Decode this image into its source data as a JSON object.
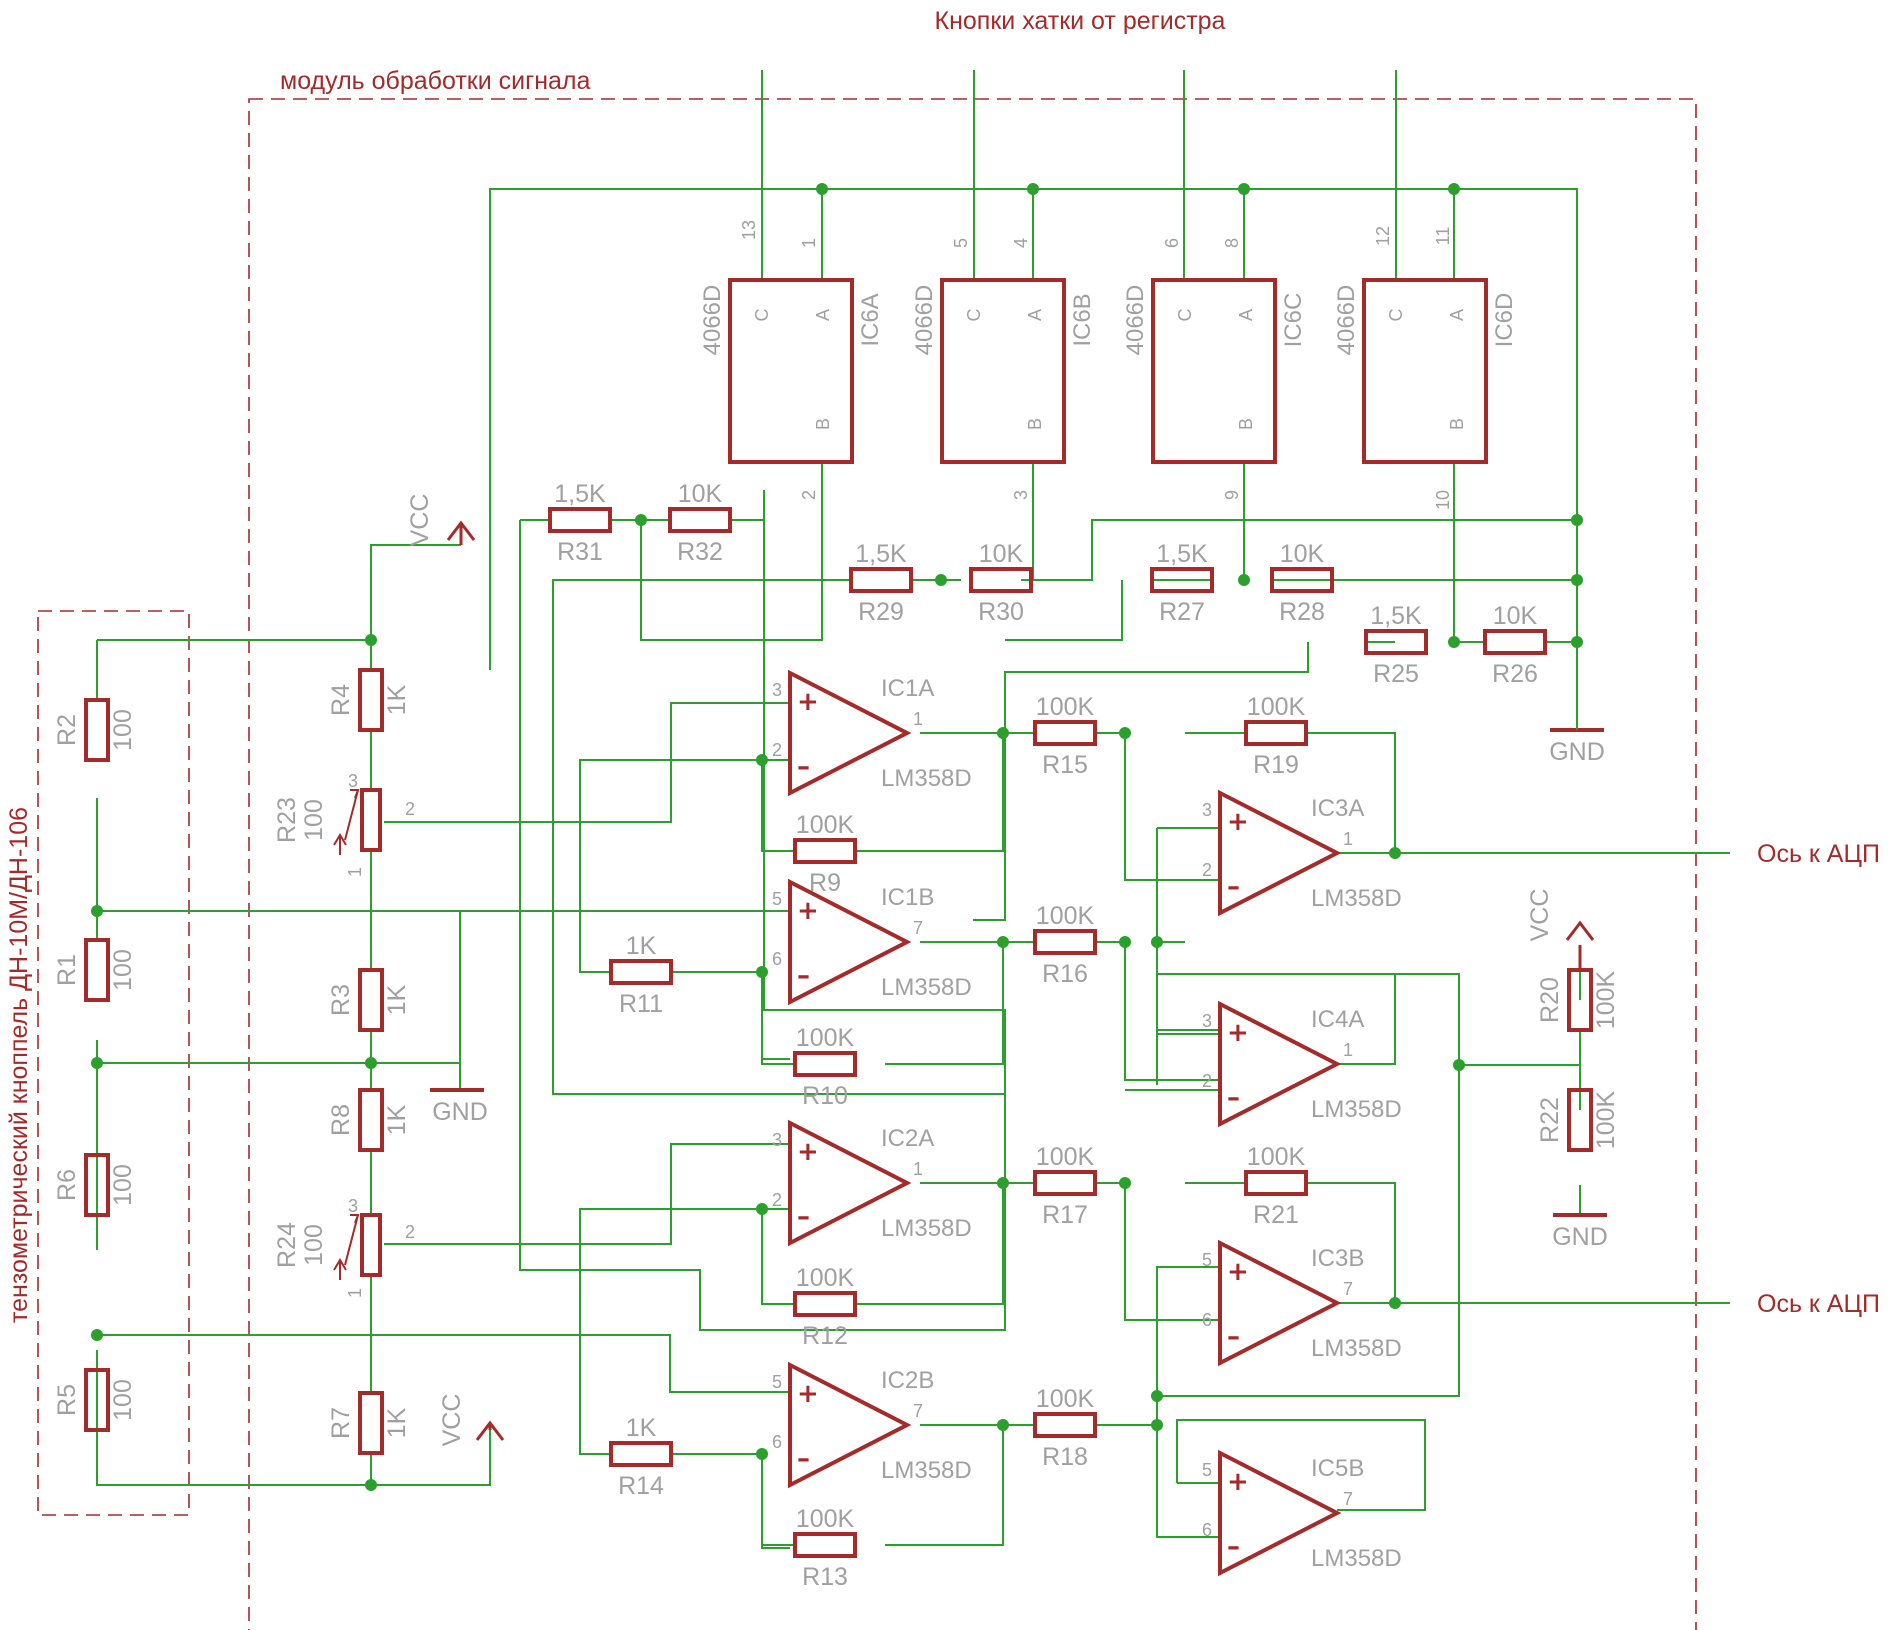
{
  "diagram": {
    "frame_titles": {
      "top_register": "Кнопки хатки от регистра",
      "module": "модуль обработки сигнала",
      "sensor": "тензометрический кноппель ДН-10М/ДН-106"
    },
    "outputs": {
      "adc_out_1": "Ось к АЦП",
      "adc_out_2": "Ось к АЦП"
    },
    "power": {
      "vcc_a": "VCC",
      "vcc_b": "VCC",
      "vcc_c": "VCC",
      "gnd_a": "GND",
      "gnd_b": "GND",
      "gnd_c": "GND"
    },
    "switches": [
      {
        "name": "IC6A",
        "part": "4066D",
        "c_pin": "13",
        "a_pin": "1",
        "b_pin": "2",
        "c": "C",
        "a": "A",
        "b": "B"
      },
      {
        "name": "IC6B",
        "part": "4066D",
        "c_pin": "5",
        "a_pin": "4",
        "b_pin": "3",
        "c": "C",
        "a": "A",
        "b": "B"
      },
      {
        "name": "IC6C",
        "part": "4066D",
        "c_pin": "6",
        "a_pin": "8",
        "b_pin": "9",
        "c": "C",
        "a": "A",
        "b": "B"
      },
      {
        "name": "IC6D",
        "part": "4066D",
        "c_pin": "12",
        "a_pin": "11",
        "b_pin": "10",
        "c": "C",
        "a": "A",
        "b": "B"
      }
    ],
    "opamps": [
      {
        "name": "IC1A",
        "part": "LM358D",
        "pin_plus": "3",
        "pin_minus": "2",
        "pin_out": "1"
      },
      {
        "name": "IC1B",
        "part": "LM358D",
        "pin_plus": "5",
        "pin_minus": "6",
        "pin_out": "7"
      },
      {
        "name": "IC2A",
        "part": "LM358D",
        "pin_plus": "3",
        "pin_minus": "2",
        "pin_out": "1"
      },
      {
        "name": "IC2B",
        "part": "LM358D",
        "pin_plus": "5",
        "pin_minus": "6",
        "pin_out": "7"
      },
      {
        "name": "IC3A",
        "part": "LM358D",
        "pin_plus": "3",
        "pin_minus": "2",
        "pin_out": "1"
      },
      {
        "name": "IC3B",
        "part": "LM358D",
        "pin_plus": "5",
        "pin_minus": "6",
        "pin_out": "7"
      },
      {
        "name": "IC4A",
        "part": "LM358D",
        "pin_plus": "3",
        "pin_minus": "2",
        "pin_out": "1"
      },
      {
        "name": "IC5B",
        "part": "LM358D",
        "pin_plus": "5",
        "pin_minus": "6",
        "pin_out": "7"
      }
    ],
    "resistors": [
      {
        "name": "R31",
        "value": "1,5K"
      },
      {
        "name": "R32",
        "value": "10K"
      },
      {
        "name": "R29",
        "value": "1,5K"
      },
      {
        "name": "R30",
        "value": "10K"
      },
      {
        "name": "R27",
        "value": "1,5K"
      },
      {
        "name": "R28",
        "value": "10K"
      },
      {
        "name": "R25",
        "value": "1,5K"
      },
      {
        "name": "R26",
        "value": "10K"
      },
      {
        "name": "R15",
        "value": "100K"
      },
      {
        "name": "R19",
        "value": "100K"
      },
      {
        "name": "R9",
        "value": "100K"
      },
      {
        "name": "R16",
        "value": "100K"
      },
      {
        "name": "R11",
        "value": "1K"
      },
      {
        "name": "R10",
        "value": "100K"
      },
      {
        "name": "R17",
        "value": "100K"
      },
      {
        "name": "R21",
        "value": "100K"
      },
      {
        "name": "R12",
        "value": "100K"
      },
      {
        "name": "R18",
        "value": "100K"
      },
      {
        "name": "R14",
        "value": "1K"
      },
      {
        "name": "R13",
        "value": "100K"
      },
      {
        "name": "R4",
        "value": "1K"
      },
      {
        "name": "R3",
        "value": "1K"
      },
      {
        "name": "R8",
        "value": "1K"
      },
      {
        "name": "R7",
        "value": "1K"
      },
      {
        "name": "R2",
        "value": "100"
      },
      {
        "name": "R1",
        "value": "100"
      },
      {
        "name": "R6",
        "value": "100"
      },
      {
        "name": "R5",
        "value": "100"
      },
      {
        "name": "R20",
        "value": "100K"
      },
      {
        "name": "R22",
        "value": "100K"
      }
    ],
    "pots": [
      {
        "name": "R23",
        "value": "100",
        "pin1": "1",
        "pin2": "2",
        "pin3": "3"
      },
      {
        "name": "R24",
        "value": "100",
        "pin1": "1",
        "pin2": "2",
        "pin3": "3"
      }
    ]
  }
}
